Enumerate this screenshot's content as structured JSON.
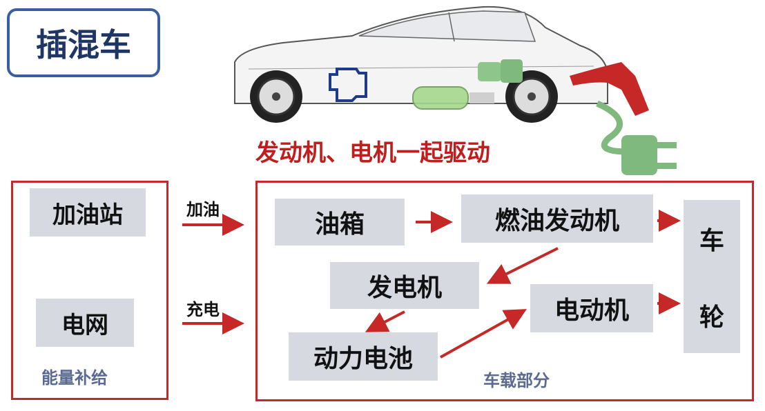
{
  "title": "插混车",
  "caption": "发动机、电机一起驱动",
  "left_group": {
    "label": "能量补给",
    "boxes": [
      "加油站",
      "电网"
    ]
  },
  "arrows": {
    "refuel": "加油",
    "charge": "充电"
  },
  "right_group": {
    "label": "车载部分",
    "fuel_tank": "油箱",
    "engine": "燃油发动机",
    "generator": "发电机",
    "battery": "动力电池",
    "motor": "电动机",
    "wheel_top": "车",
    "wheel_bottom": "轮"
  },
  "colors": {
    "arrow": "#c62828",
    "frame": "#c62828",
    "title_border": "#3b5ea3",
    "box": "#d6d9e0",
    "caption": "#c01d1d"
  }
}
